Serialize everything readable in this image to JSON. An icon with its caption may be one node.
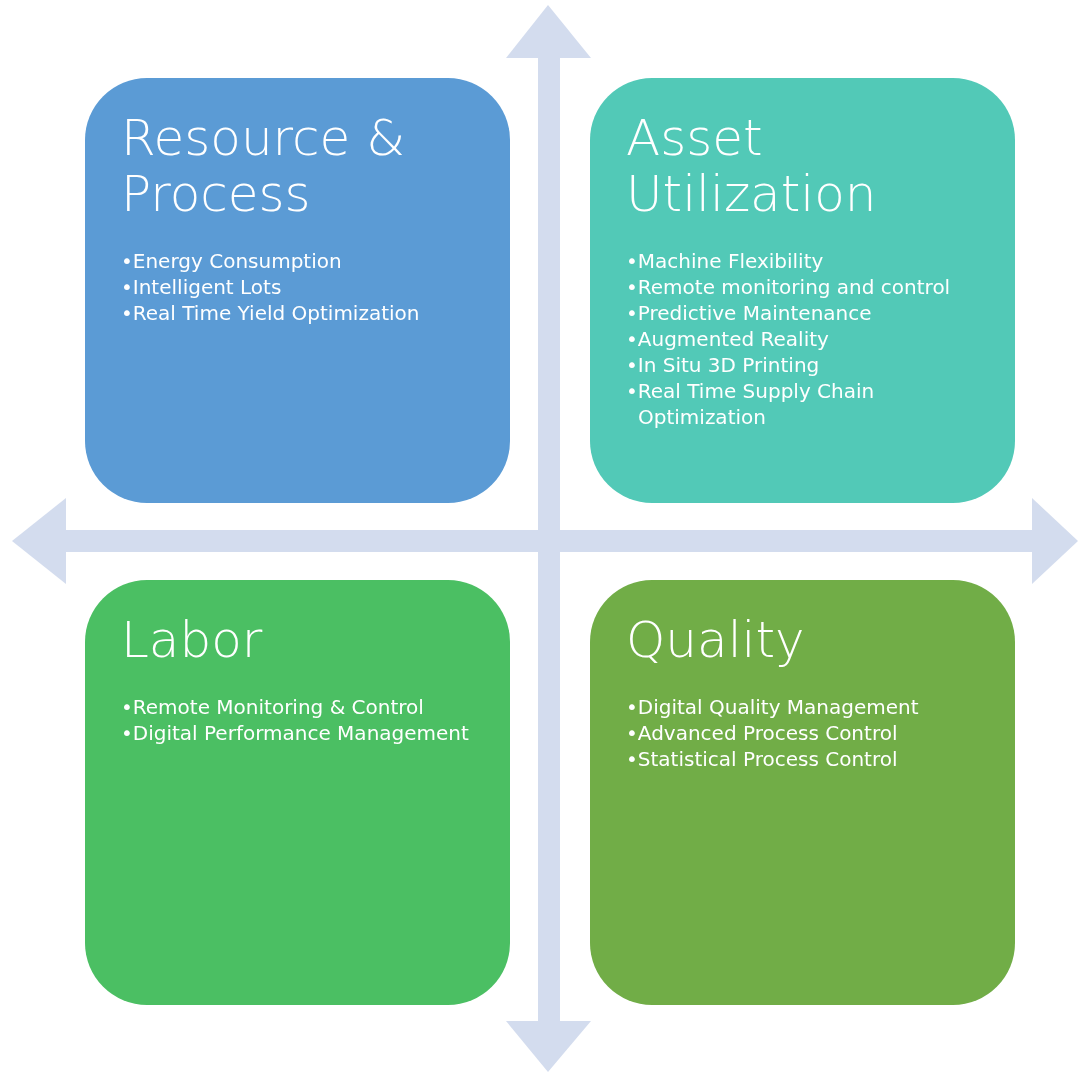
{
  "diagram": {
    "nodes": [
      {
        "text": [
          "Resource & Process",
          "•Energy Consumption",
          "•Intelligent Lots",
          "•Real Time Yield Optimization"
        ]
      },
      {
        "text": [
          "Asset Utilization",
          "•Machine Flexibility",
          "•Remote monitoring and control",
          "•Predictive Maintenance",
          "•Augmented Reality",
          "•In Situ 3D Printing",
          "•Real Time Supply Chain Optimization"
        ]
      },
      {
        "text": [
          "Labor",
          "•Remote Monitoring & Control",
          "•Digital Performance Management"
        ]
      },
      {
        "text": [
          "Quality",
          "•Digital Quality Management",
          "•Advanced Process Control",
          "•Statistical Process Control"
        ]
      }
    ]
  }
}
